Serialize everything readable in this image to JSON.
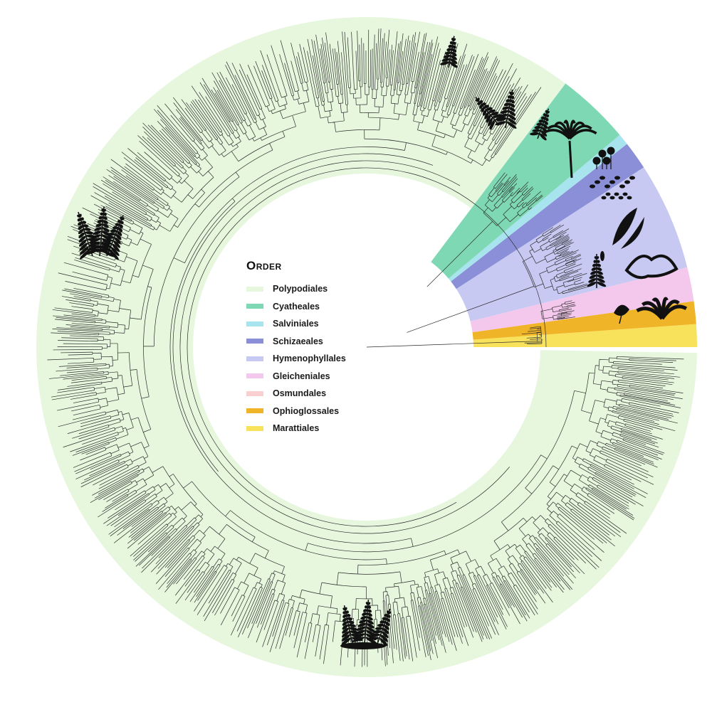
{
  "legend": {
    "title": "Order",
    "items": [
      {
        "label": "Polypodiales",
        "color": "#e6f7de"
      },
      {
        "label": "Cyatheales",
        "color": "#7fd8b4"
      },
      {
        "label": "Salviniales",
        "color": "#a8e4ee"
      },
      {
        "label": "Schizaeales",
        "color": "#8b8fd8"
      },
      {
        "label": "Hymenophyllales",
        "color": "#c7c9f2"
      },
      {
        "label": "Gleicheniales",
        "color": "#f4c8ec"
      },
      {
        "label": "Osmundales",
        "color": "#f9cfcf"
      },
      {
        "label": "Ophioglossales",
        "color": "#f0b429"
      },
      {
        "label": "Marattiales",
        "color": "#f8e25c"
      }
    ]
  },
  "tree": {
    "order_sectors_deg": [
      {
        "order": "Marattiales",
        "start": -4,
        "end": 0,
        "color": "#f8e25c"
      },
      {
        "order": "Ophioglossales",
        "start": -8,
        "end": -4,
        "color": "#f0b429"
      },
      {
        "order": "Gleicheniales",
        "start": -14,
        "end": -8,
        "color": "#f4c8ec"
      },
      {
        "order": "Hymenophyllales",
        "start": -33,
        "end": -14,
        "color": "#c7c9f2"
      },
      {
        "order": "Schizaeales",
        "start": -38,
        "end": -33,
        "color": "#8b8fd8"
      },
      {
        "order": "Salviniales",
        "start": -40,
        "end": -38,
        "color": "#a8e4ee"
      },
      {
        "order": "Cyatheales",
        "start": -53,
        "end": -40,
        "color": "#7fd8b4"
      },
      {
        "order": "Polypodiales",
        "start": -359,
        "end": -53,
        "color": "#e6f7de"
      }
    ],
    "silhouettes": [
      "fern-frond-silhouette",
      "fern-cluster-silhouette",
      "tree-fern-silhouette",
      "water-fern-silhouette",
      "schizaea-silhouette",
      "filmy-fern-silhouette",
      "gleichenia-silhouette",
      "ophioglossum-silhouette",
      "marattia-silhouette",
      "polypod-silhouette-left",
      "polypod-silhouette-bottom"
    ]
  }
}
